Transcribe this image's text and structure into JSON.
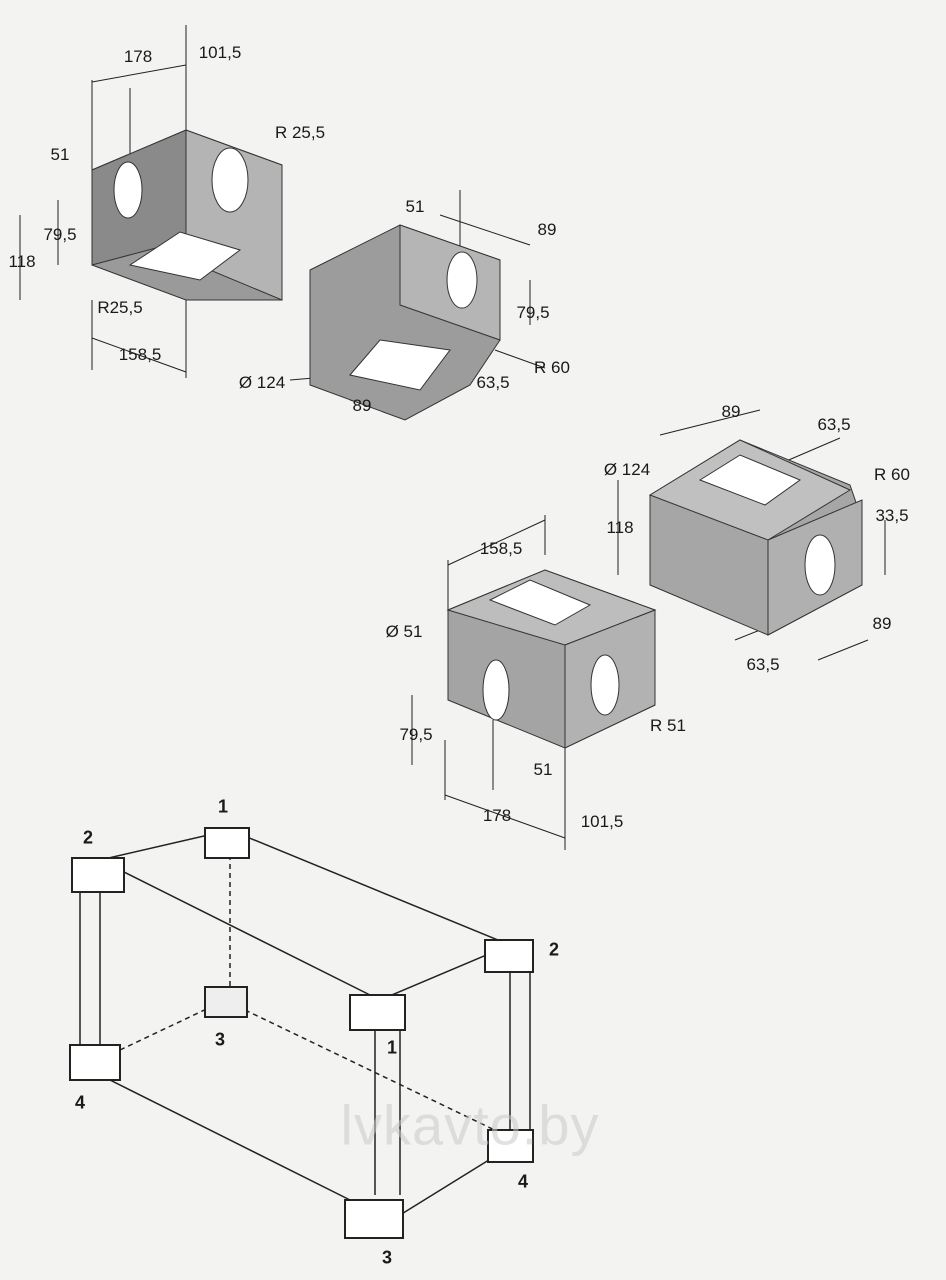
{
  "block_top_left": {
    "dims": [
      "178",
      "101,5",
      "R 25,5",
      "51",
      "79,5",
      "118",
      "R25,5",
      "158,5"
    ]
  },
  "block_top_center": {
    "dims": [
      "51",
      "89",
      "79,5",
      "R 60",
      "Ø 124",
      "63,5",
      "89"
    ]
  },
  "block_right": {
    "dims": [
      "89",
      "63,5",
      "Ø 124",
      "R 60",
      "118",
      "33,5",
      "89",
      "63,5"
    ]
  },
  "block_center": {
    "dims": [
      "158,5",
      "Ø 51",
      "R 51",
      "79,5",
      "51",
      "178",
      "101,5"
    ]
  },
  "container": {
    "corner_numbers": [
      "1",
      "2",
      "2",
      "1",
      "3",
      "4",
      "4",
      "3"
    ]
  },
  "watermark": "lvkavto.by",
  "colors": {
    "block_fill": "#8e8e8e",
    "block_light": "#b9b9b9",
    "line": "#222222"
  }
}
